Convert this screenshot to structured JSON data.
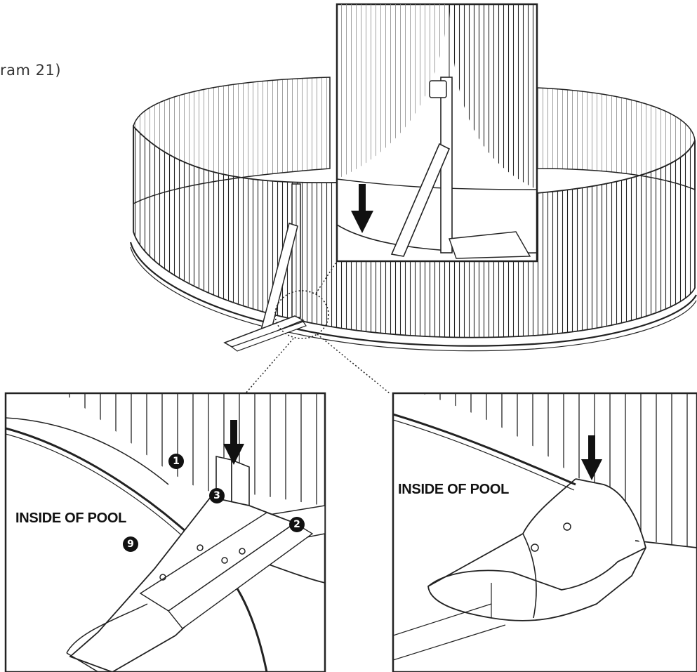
{
  "caption": "ram 21)",
  "labels": {
    "inside_left": "INSIDE OF POOL",
    "inside_right": "INSIDE OF POOL"
  },
  "callouts": [
    "1",
    "3",
    "2",
    "9"
  ]
}
